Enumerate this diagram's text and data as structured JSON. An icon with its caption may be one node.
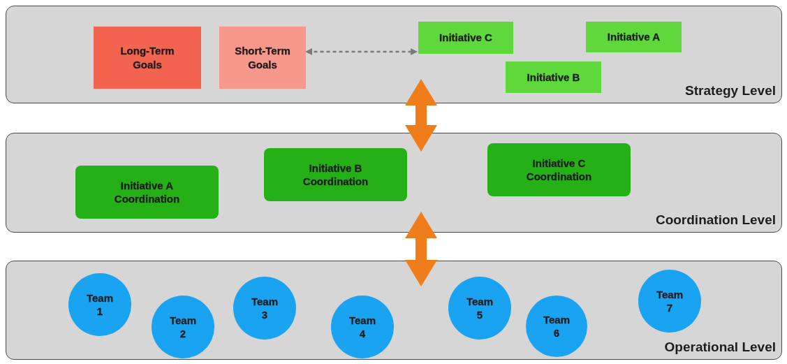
{
  "diagram": {
    "nodes": [
      {
        "text": [
          "Strategy Level"
        ]
      },
      {
        "text": [
          "Long-Term Goals"
        ],
        "in": 0
      },
      {
        "text": [
          "Short-Term Goals"
        ],
        "in": 0
      },
      {
        "text": [
          "Initiative C"
        ],
        "in": 0
      },
      {
        "text": [
          "Initiative A"
        ],
        "in": 0
      },
      {
        "text": [
          "Initiative B"
        ],
        "in": 0
      },
      {
        "text": [
          "Coordination Level"
        ]
      },
      {
        "text": [
          "Initiative A Coordination"
        ],
        "in": 6
      },
      {
        "text": [
          "Initiative B Coordination"
        ],
        "in": 6
      },
      {
        "text": [
          "Initiative C Coordination"
        ],
        "in": 6
      },
      {
        "text": [
          "Operational Level"
        ]
      },
      {
        "text": [
          "Team 1"
        ],
        "in": 10
      },
      {
        "text": [
          "Team 2"
        ],
        "in": 10
      },
      {
        "text": [
          "Team 3"
        ],
        "in": 10
      },
      {
        "text": [
          "Team 4"
        ],
        "in": 10
      },
      {
        "text": [
          "Team 5"
        ],
        "in": 10
      },
      {
        "text": [
          "Team 6"
        ],
        "in": 10
      },
      {
        "text": [
          "Team 7"
        ],
        "in": 10
      }
    ],
    "edges": [
      {
        "from": 2,
        "to": 3,
        "arrow": "both",
        "style": "dashed",
        "color": "#7a7a7a"
      },
      {
        "from": 0,
        "to": 6,
        "arrow": "both"
      },
      {
        "from": 6,
        "to": 10,
        "arrow": "both"
      }
    ]
  }
}
